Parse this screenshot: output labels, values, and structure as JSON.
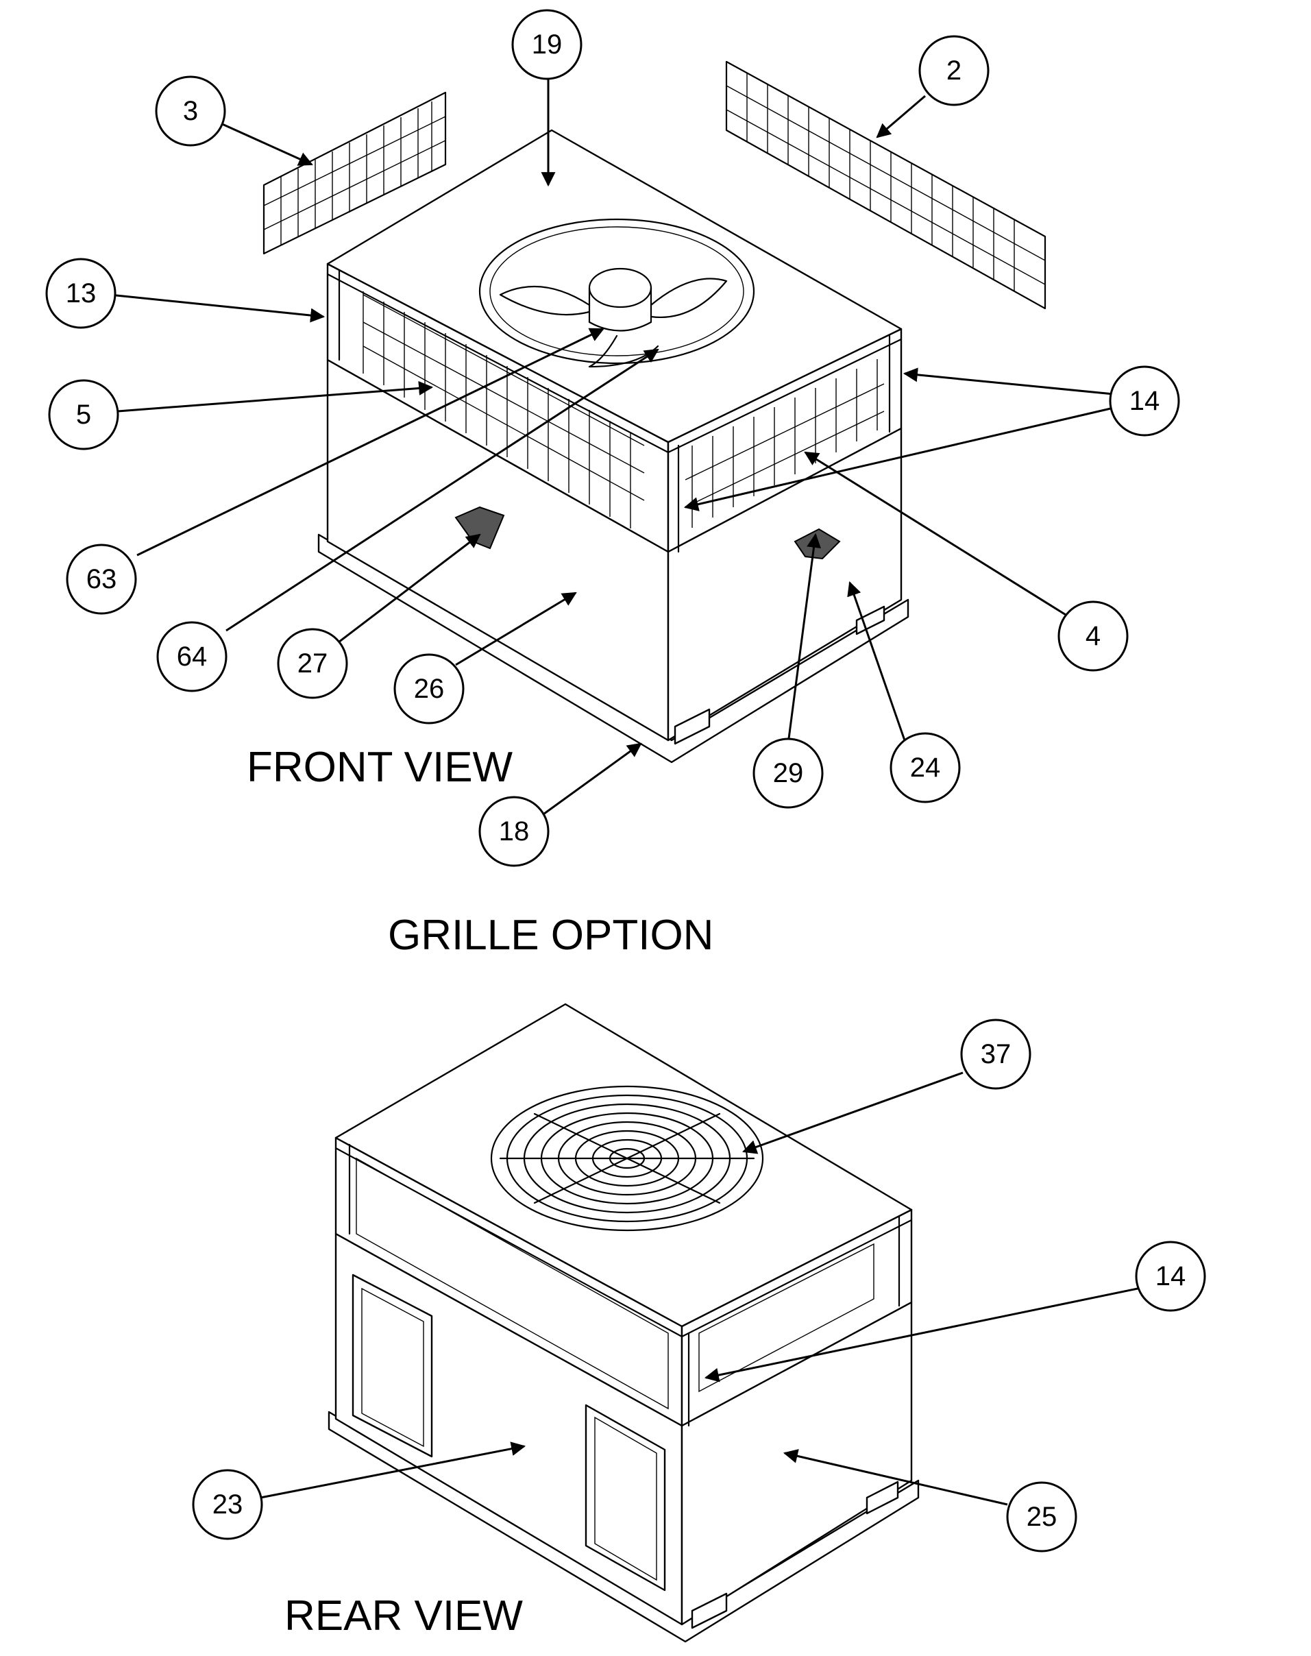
{
  "captions": {
    "front_view": "FRONT VIEW",
    "grille_option": "GRILLE OPTION",
    "rear_view": "REAR VIEW"
  },
  "callouts": [
    "19",
    "2",
    "3",
    "13",
    "14",
    "5",
    "63",
    "4",
    "64",
    "27",
    "26",
    "29",
    "24",
    "18",
    "37",
    "14",
    "23",
    "25"
  ]
}
